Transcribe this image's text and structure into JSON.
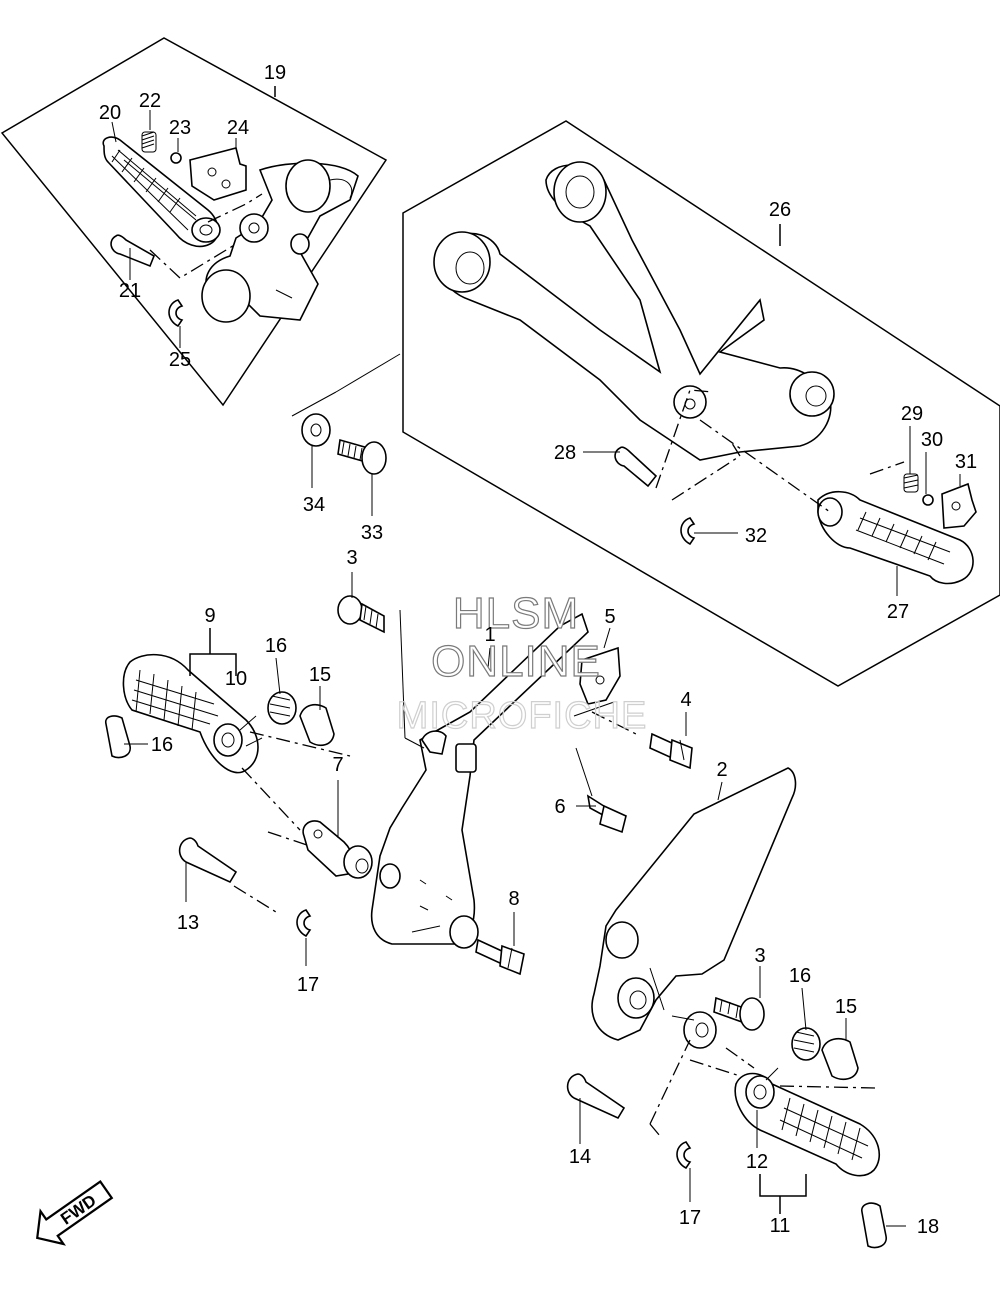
{
  "diagram": {
    "parts": {
      "p1": "1",
      "p2": "2",
      "p3a": "3",
      "p3b": "3",
      "p4": "4",
      "p5": "5",
      "p6": "6",
      "p7": "7",
      "p8": "8",
      "p9": "9",
      "p10": "10",
      "p11": "11",
      "p12": "12",
      "p13": "13",
      "p14": "14",
      "p15a": "15",
      "p15b": "15",
      "p16a": "16",
      "p16b": "16",
      "p16c": "16",
      "p17a": "17",
      "p17b": "17",
      "p18": "18",
      "p19": "19",
      "p20": "20",
      "p21": "21",
      "p22": "22",
      "p23": "23",
      "p24": "24",
      "p25": "25",
      "p26": "26",
      "p27": "27",
      "p28": "28",
      "p29": "29",
      "p30": "30",
      "p31": "31",
      "p32": "32",
      "p33": "33",
      "p34": "34"
    },
    "watermark": {
      "line1": "HLSM",
      "line2": "ONLINE",
      "line3": "MICROFICHE"
    },
    "fwd_label": "FWD"
  }
}
